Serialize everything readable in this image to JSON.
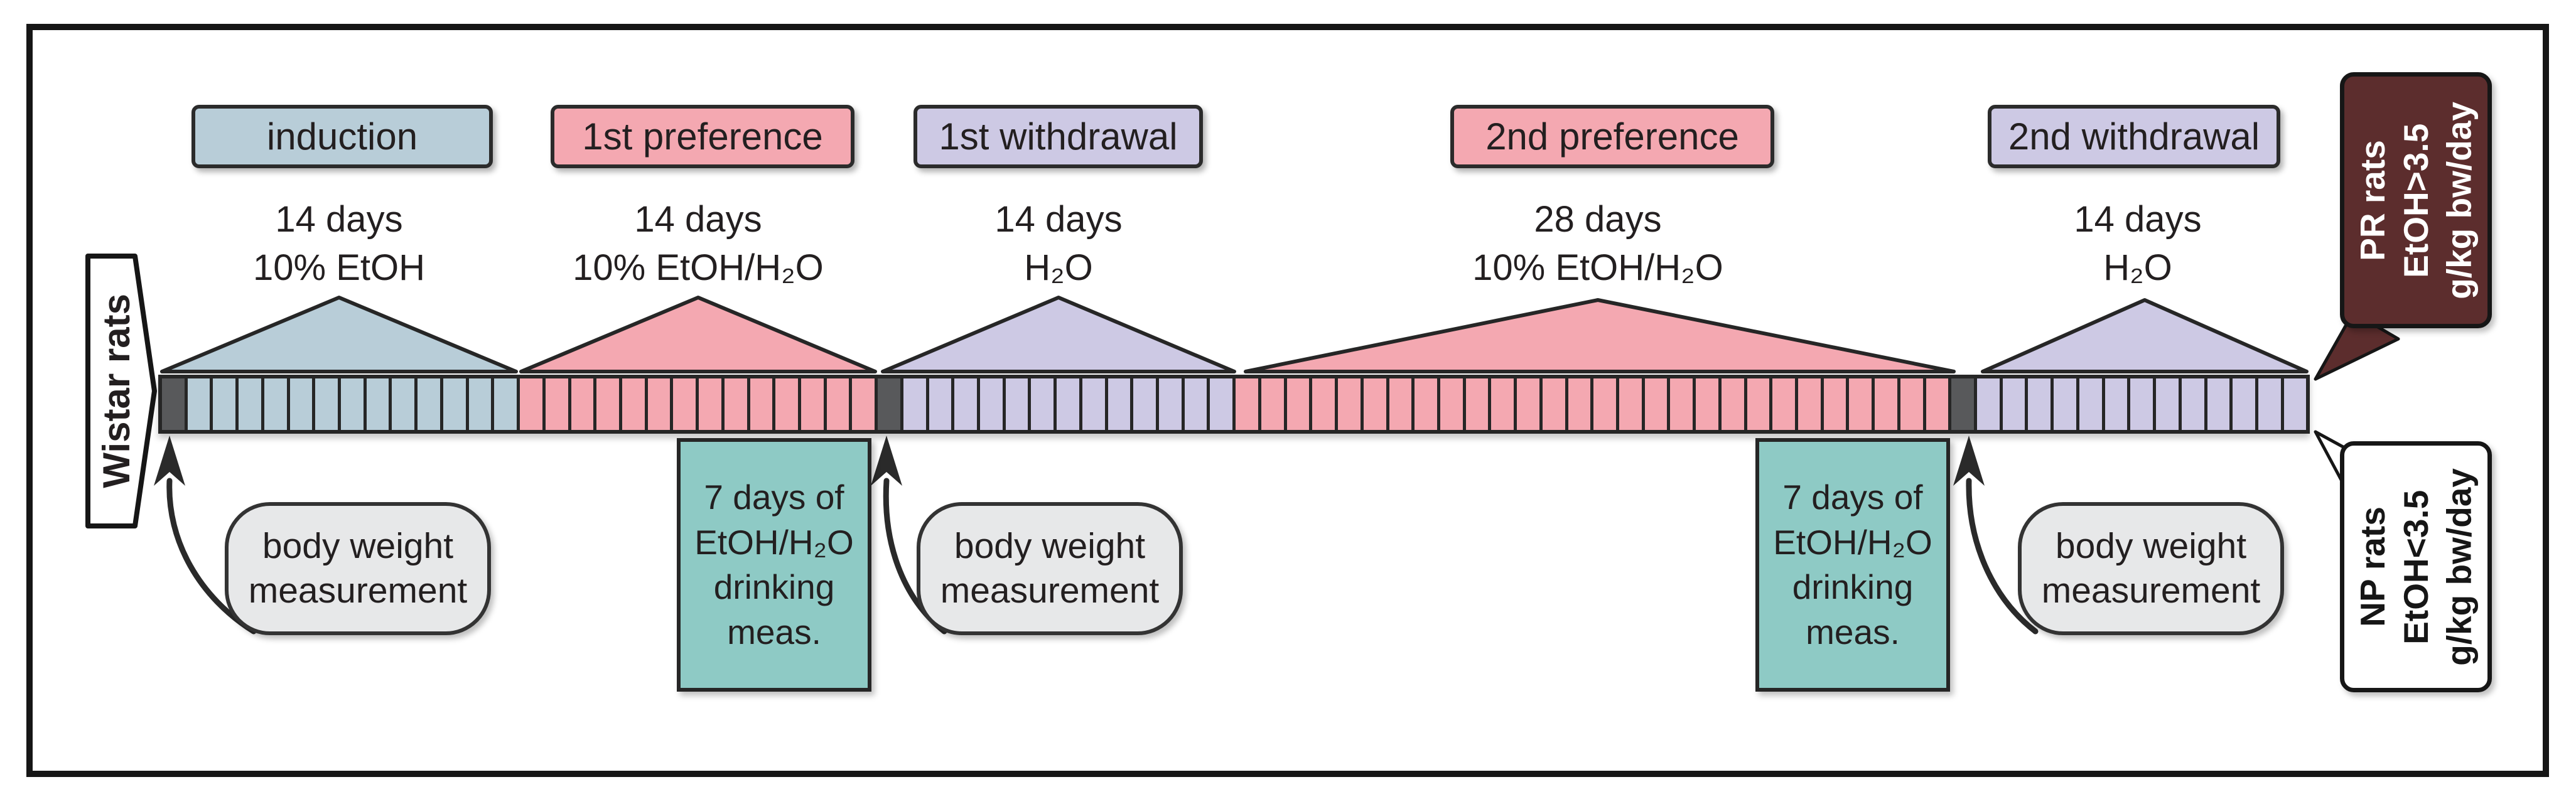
{
  "subject_label": "Wistar rats",
  "phases": [
    {
      "label": "induction",
      "duration": "14 days\n10% EtOH",
      "color": "#b8cdd8"
    },
    {
      "label": "1st preference",
      "duration": "14 days\n10% EtOH/H₂O",
      "color": "#f4a8b1"
    },
    {
      "label": "1st withdrawal",
      "duration": "14 days\nH₂O",
      "color": "#cdc9e4"
    },
    {
      "label": "2nd preference",
      "duration": "28 days\n10% EtOH/H₂O",
      "color": "#f4a8b1"
    },
    {
      "label": "2nd withdrawal",
      "duration": "14 days\nH₂O",
      "color": "#cdc9e4"
    }
  ],
  "timeline": {
    "total_day_cells": 84,
    "segments": [
      {
        "type": "measurement-day",
        "color_key": "dark",
        "count": 1
      },
      {
        "type": "induction",
        "color_key": "blue",
        "count": 13
      },
      {
        "type": "first-preference",
        "color_key": "pink",
        "count": 14
      },
      {
        "type": "measurement-day",
        "color_key": "dark",
        "count": 1
      },
      {
        "type": "first-withdrawal",
        "color_key": "lavender",
        "count": 13
      },
      {
        "type": "second-preference",
        "color_key": "pink",
        "count": 28
      },
      {
        "type": "measurement-day",
        "color_key": "dark",
        "count": 1
      },
      {
        "type": "second-withdrawal",
        "color_key": "lavender",
        "count": 13
      }
    ]
  },
  "annotations": {
    "body_weight": {
      "text": "body weight\nmeasurement",
      "count": 3
    },
    "drinking_measurement": {
      "text": "7 days of\nEtOH/H₂O\ndrinking\nmeas.",
      "count": 2
    },
    "pr_group": {
      "text": "PR rats\nEtOH>3.5\ng/kg bw/day",
      "color": "#5c2d2d"
    },
    "np_group": {
      "text": "NP rats\nEtOH<3.5\ng/kg bw/day",
      "color": "#ffffff"
    }
  },
  "palette": {
    "blue": "#b8cdd8",
    "pink": "#f4a8b1",
    "lavender": "#cdc9e4",
    "dark_day": "#58595b",
    "teal": "#8ecac5",
    "bubble_gray": "#e7e8e9",
    "maroon": "#5c2d2d",
    "outline": "#262626"
  }
}
